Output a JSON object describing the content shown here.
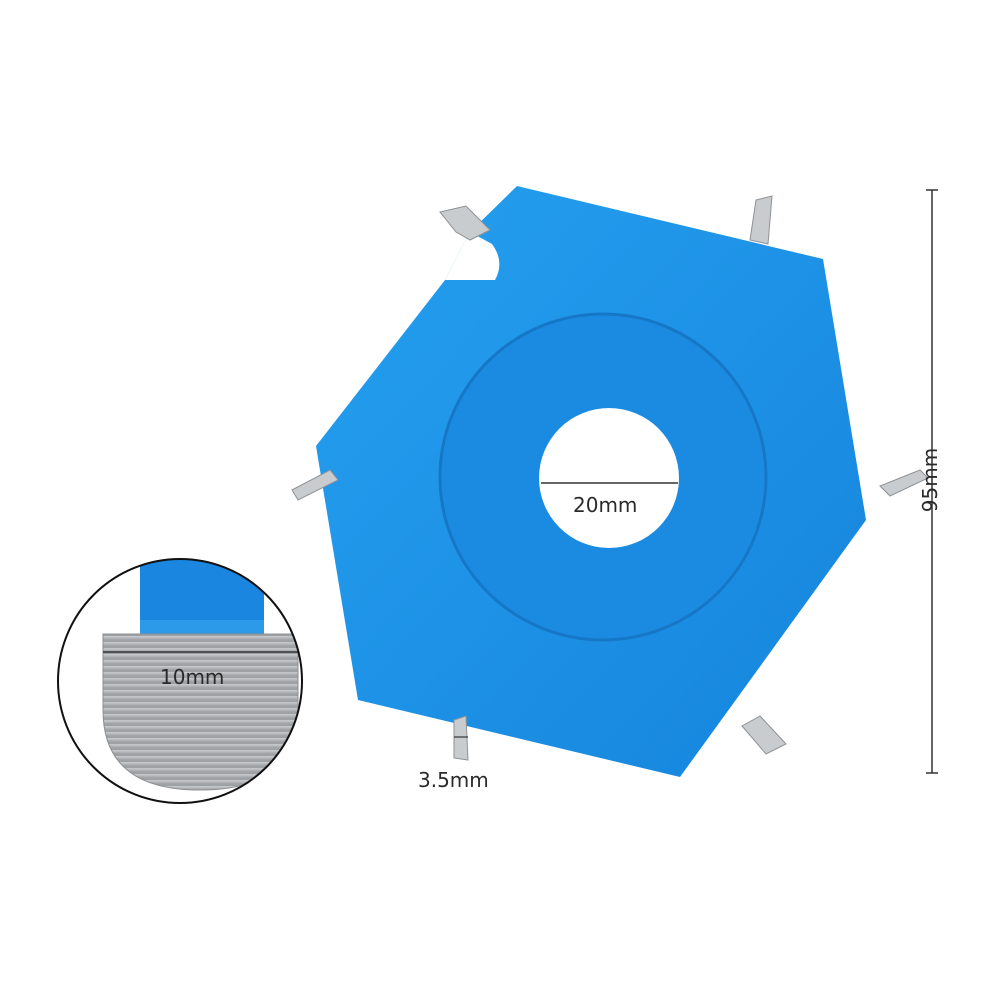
{
  "dimensions": {
    "bore_diameter": "20mm",
    "tooth_width": "10mm",
    "tooth_thickness": "3.5mm",
    "outer_diameter": "95mm"
  },
  "colors": {
    "disc_blue": "#1a90e6",
    "disc_blue_dark": "#1478c8",
    "carbide_silver": "#b9bcbf",
    "background": "#ffffff",
    "dimension_line": "#333333"
  },
  "icons": {
    "product": "six-tooth-carving-disc",
    "detail": "carbide-tip-closeup"
  }
}
